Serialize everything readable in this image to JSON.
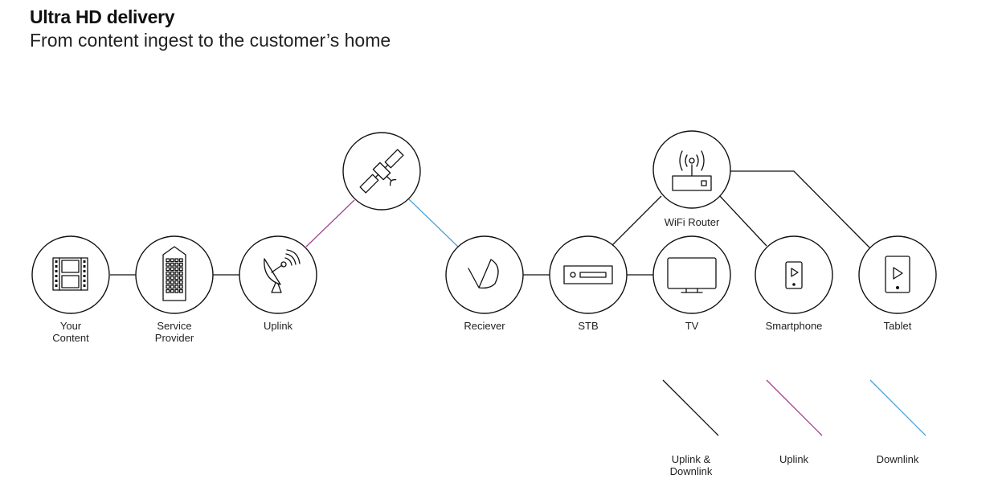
{
  "header": {
    "title": "Ultra HD delivery",
    "subtitle": "From content ingest to the customer’s home"
  },
  "colors": {
    "uplink_downlink": "#111111",
    "uplink": "#a0408f",
    "downlink": "#4aa3d8"
  },
  "nodes": {
    "your_content": {
      "icon": "film-strip-icon",
      "label_line1": "Your",
      "label_line2": "Content"
    },
    "service_provider": {
      "icon": "office-building-icon",
      "label_line1": "Service",
      "label_line2": "Provider"
    },
    "uplink": {
      "icon": "satellite-dish-uplink-icon",
      "label": "Uplink"
    },
    "satellite": {
      "icon": "satellite-icon"
    },
    "receiver": {
      "icon": "receiver-dish-icon",
      "label": "Reciever"
    },
    "stb": {
      "icon": "set-top-box-icon",
      "label": "STB"
    },
    "tv": {
      "icon": "television-icon",
      "label": "TV"
    },
    "wifi_router": {
      "icon": "wifi-router-icon",
      "label": "WiFi Router"
    },
    "smartphone": {
      "icon": "smartphone-play-icon",
      "label": "Smartphone"
    },
    "tablet": {
      "icon": "tablet-play-icon",
      "label": "Tablet"
    }
  },
  "legend": {
    "items": [
      {
        "label_line1": "Uplink &",
        "label_line2": "Downlink"
      },
      {
        "label": "Uplink"
      },
      {
        "label": "Downlink"
      }
    ]
  }
}
